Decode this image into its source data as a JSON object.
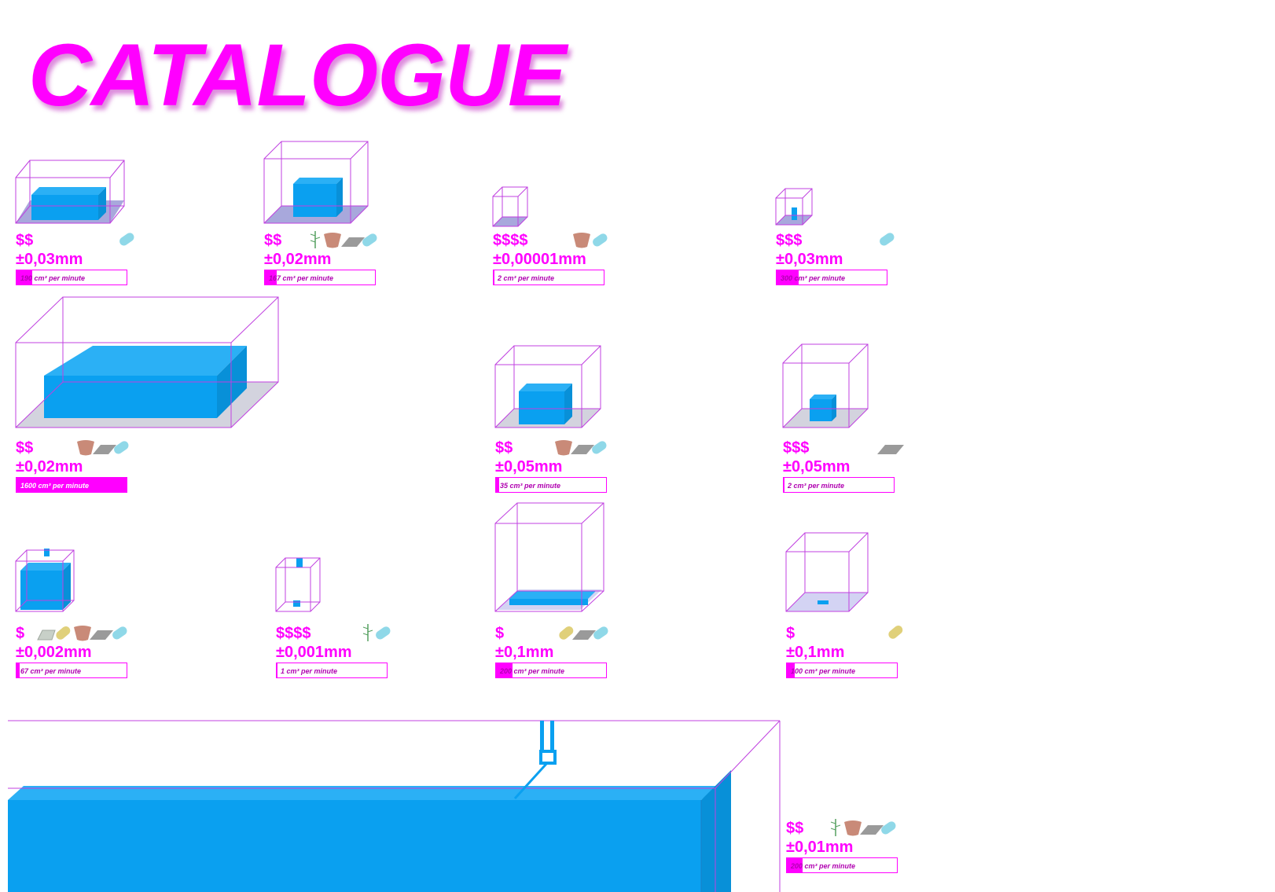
{
  "page": {
    "title": "CATALOGUE"
  },
  "colors": {
    "accent": "#ff00ff",
    "model": "#0aa0f0",
    "outline": "#c040e0",
    "resin": "#8fd8e8",
    "clay": "#c98a78",
    "sheet": "#9a9a9a",
    "plant": "#55a060",
    "gold": "#e0d07a",
    "stone": "#c8d0c8"
  },
  "products": [
    {
      "id": "p1",
      "price": "$$",
      "tolerance": "±0,03mm",
      "rate": "190 cm³ per minute",
      "fill": 0.14,
      "materials": [
        "resin-icon"
      ]
    },
    {
      "id": "p2",
      "price": "$$",
      "tolerance": "±0,02mm",
      "rate": "167 cm³ per minute",
      "fill": 0.11,
      "materials": [
        "plant-icon",
        "clay-icon",
        "sheet-icon",
        "resin-icon"
      ]
    },
    {
      "id": "p3",
      "price": "$$$$",
      "tolerance": "±0,00001mm",
      "rate": "2 cm³ per minute",
      "fill": 0.01,
      "materials": [
        "clay-icon",
        "resin-icon"
      ]
    },
    {
      "id": "p4",
      "price": "$$$",
      "tolerance": "±0,03mm",
      "rate": "300 cm³ per minute",
      "fill": 0.2,
      "materials": [
        "resin-icon"
      ]
    },
    {
      "id": "p5",
      "price": "$$",
      "tolerance": "±0,02mm",
      "rate": "1600 cm³ per minute",
      "fill": 1.0,
      "materials": [
        "clay-icon",
        "sheet-icon",
        "resin-icon"
      ]
    },
    {
      "id": "p6",
      "price": "$$",
      "tolerance": "±0,05mm",
      "rate": "35 cm³ per minute",
      "fill": 0.025,
      "materials": [
        "clay-icon",
        "sheet-icon",
        "resin-icon"
      ]
    },
    {
      "id": "p7",
      "price": "$$$",
      "tolerance": "±0,05mm",
      "rate": "2 cm³ per minute",
      "fill": 0.01,
      "materials": [
        "sheet-icon"
      ]
    },
    {
      "id": "p8",
      "price": "$",
      "tolerance": "±0,002mm",
      "rate": "67 cm³ per minute",
      "fill": 0.03,
      "materials": [
        "stone-icon",
        "gold-icon",
        "clay-icon",
        "sheet-icon",
        "resin-icon"
      ]
    },
    {
      "id": "p9",
      "price": "$$$$",
      "tolerance": "±0,001mm",
      "rate": "1 cm³ per minute",
      "fill": 0.005,
      "materials": [
        "plant-icon",
        "resin-icon"
      ]
    },
    {
      "id": "p10",
      "price": "$",
      "tolerance": "±0,1mm",
      "rate": "200 cm³ per minute",
      "fill": 0.15,
      "materials": [
        "gold-icon",
        "sheet-icon",
        "resin-icon"
      ]
    },
    {
      "id": "p11",
      "price": "$",
      "tolerance": "±0,1mm",
      "rate": "100 cm³ per minute",
      "fill": 0.07,
      "materials": [
        "gold-icon"
      ]
    },
    {
      "id": "p12",
      "price": "$$",
      "tolerance": "±0,01mm",
      "rate": "200 cm³ per minute",
      "fill": 0.14,
      "materials": [
        "plant-icon",
        "clay-icon",
        "sheet-icon",
        "resin-icon"
      ]
    }
  ]
}
